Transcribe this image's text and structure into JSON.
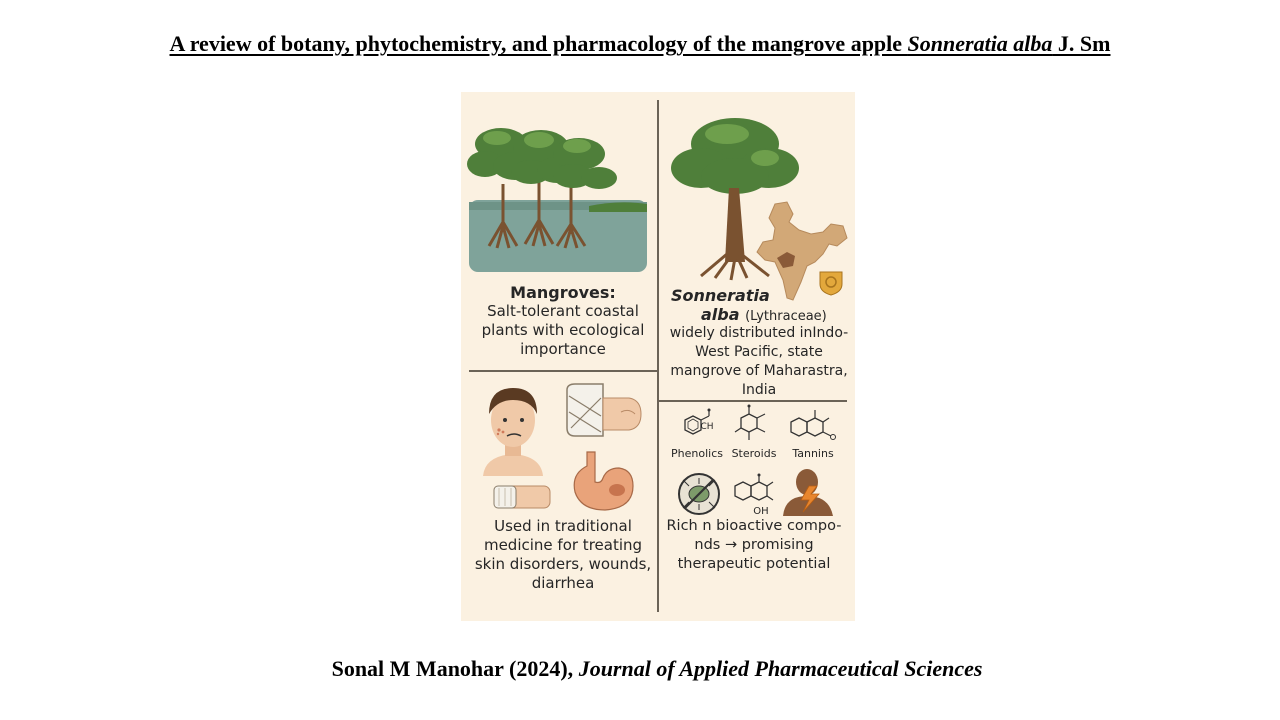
{
  "slide": {
    "title_main": "A review of botany, phytochemistry, and pharmacology of the mangrove apple ",
    "title_species": "Sonneratia alba",
    "title_author": " J. Sm",
    "citation_author": "Sonal M Manohar (2024), ",
    "citation_journal": "Journal of Applied Pharmaceutical Sciences"
  },
  "poster": {
    "mangroves_heading": "Mangroves:",
    "mangroves_text": "Salt-tolerant coastal plants with ecological importance",
    "species_line1": "Sonneratia",
    "species_line2": "alba",
    "species_family": "(Lythraceae)",
    "distribution_text": "widely distributed inIndo-West Pacific, state mangrove of Maharastra, India",
    "chem_phenolics": "Phenolics",
    "chem_steroids": "Steroids",
    "chem_tannins": "Tannins",
    "chem_group_label": "CH",
    "chem_oh_label": "OH",
    "medicine_text": "Used in traditional medicine for treating skin disorders, wounds, diarrhea",
    "bioactive_line1": "Rich n bioactive compo-",
    "bioactive_line2": "nds → promising",
    "bioactive_line3": "therapeutic potential"
  },
  "colors": {
    "poster_bg": "#fbf1e1",
    "tree_green": "#4f7f3a",
    "trunk_brown": "#7a5230",
    "water": "#7fa39a",
    "map_tan": "#d2a877",
    "skin": "#f0c9a8"
  }
}
